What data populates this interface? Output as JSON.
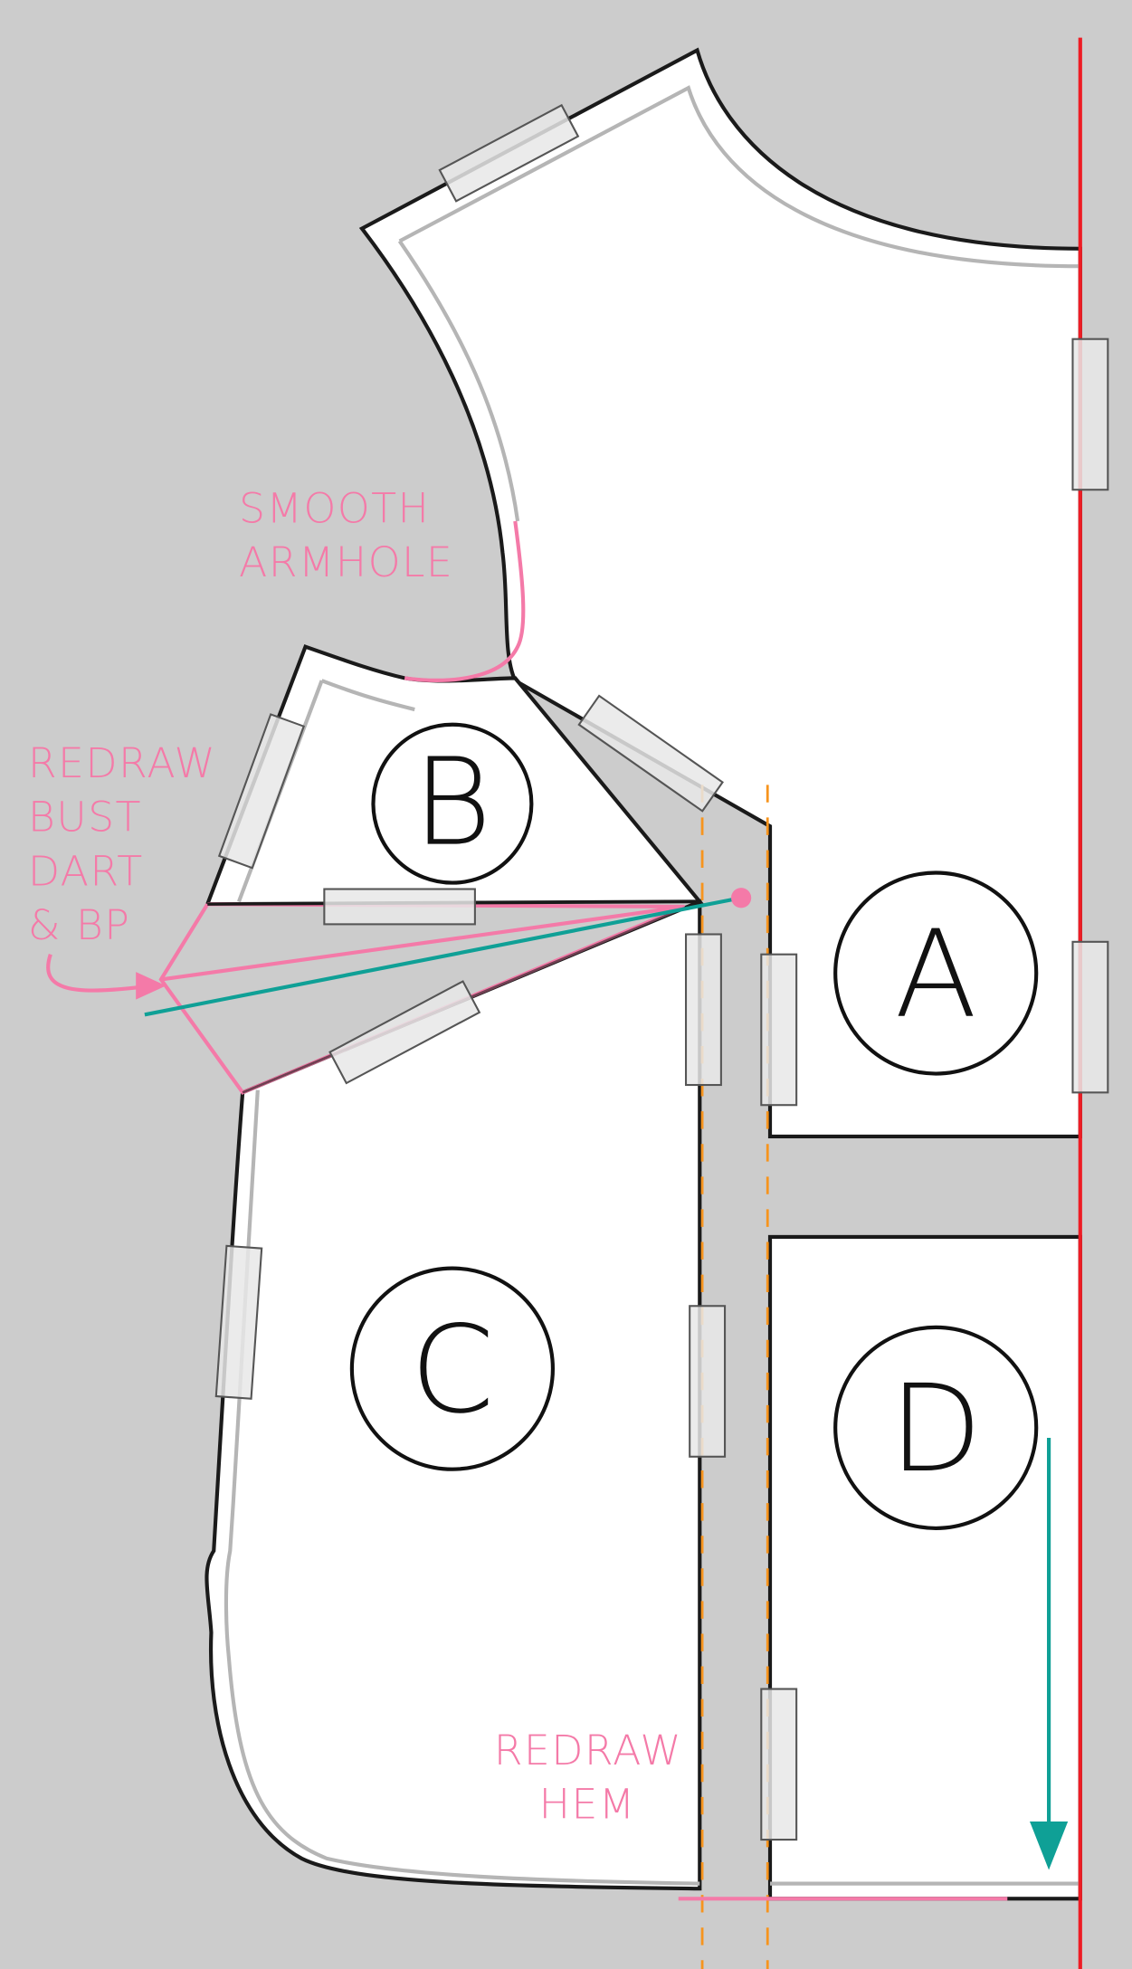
{
  "labels": {
    "a": "A",
    "b": "B",
    "c": "C",
    "d": "D"
  },
  "notes": {
    "smooth_armhole": [
      "SMOOTH",
      "ARMHOLE"
    ],
    "redraw_bust_dart": [
      "REDRAW",
      "BUST",
      "DART",
      "& BP"
    ],
    "redraw_hem": [
      "REDRAW",
      "HEM"
    ]
  },
  "colors": {
    "background": "#cccccc",
    "annotation_pink": "#f47aa8",
    "grainline_teal": "#0fa096",
    "center_front_red": "#ee1c24",
    "slash_orange": "#f7941d"
  }
}
